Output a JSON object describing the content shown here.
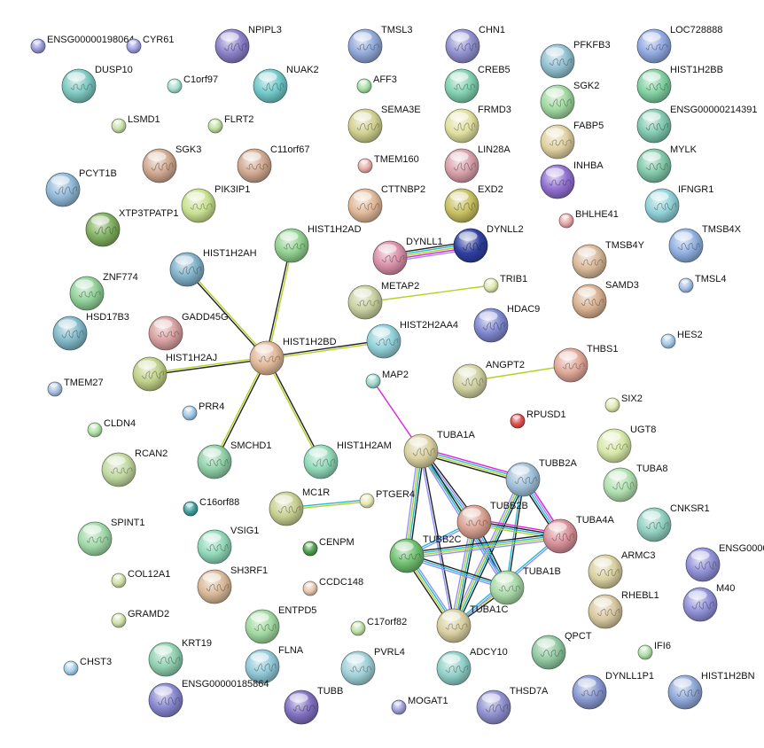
{
  "network": {
    "evidence_colors": {
      "coexpression": "#222222",
      "database": "#20b8d8",
      "textmining": "#b8d020",
      "experiments": "#e020e0",
      "homology": "#9090ff"
    },
    "nodes": [
      {
        "name": "ENSG00000198064",
        "color": "#9a9ad8"
      },
      {
        "name": "CYR61",
        "color": "#a0a0e0"
      },
      {
        "name": "NPIPL3",
        "color": "#8a80c8"
      },
      {
        "name": "DUSP10",
        "color": "#7cc8c0"
      },
      {
        "name": "C1orf97",
        "color": "#a8e0d0"
      },
      {
        "name": "NUAK2",
        "color": "#70c8c8"
      },
      {
        "name": "TMSL3",
        "color": "#90a8d8"
      },
      {
        "name": "AFF3",
        "color": "#a8e0a8"
      },
      {
        "name": "CHN1",
        "color": "#9090d0"
      },
      {
        "name": "CREB5",
        "color": "#80d0b0"
      },
      {
        "name": "PFKFB3",
        "color": "#90c0d0"
      },
      {
        "name": "SGK2",
        "color": "#a0d8a0"
      },
      {
        "name": "LOC728888",
        "color": "#90a8e0"
      },
      {
        "name": "HIST1H2BB",
        "color": "#80d0a0"
      },
      {
        "name": "LSMD1",
        "color": "#c8e0a8"
      },
      {
        "name": "FLRT2",
        "color": "#c0e0a0"
      },
      {
        "name": "SEMA3E",
        "color": "#d0d090"
      },
      {
        "name": "FRMD3",
        "color": "#e0e0a0"
      },
      {
        "name": "FABP5",
        "color": "#e0d0a0"
      },
      {
        "name": "ENSG00000214391",
        "color": "#80c8b0"
      },
      {
        "name": "SGK3",
        "color": "#d0a890"
      },
      {
        "name": "C11orf67",
        "color": "#d0a890"
      },
      {
        "name": "TMEM160",
        "color": "#e8b0a8"
      },
      {
        "name": "LIN28A",
        "color": "#d8a0a8"
      },
      {
        "name": "INHBA",
        "color": "#9070d0"
      },
      {
        "name": "MYLK",
        "color": "#80c8a8"
      },
      {
        "name": "PCYT1B",
        "color": "#90b8d8"
      },
      {
        "name": "PIK3IP1",
        "color": "#c8e090"
      },
      {
        "name": "CTTNBP2",
        "color": "#e0b898"
      },
      {
        "name": "EXD2",
        "color": "#c8c060"
      },
      {
        "name": "BHLHE41",
        "color": "#e8a8a8"
      },
      {
        "name": "IFNGR1",
        "color": "#90d0d8"
      },
      {
        "name": "XTP3TPATP1",
        "color": "#80b060"
      },
      {
        "name": "HIST1H2AD",
        "color": "#90d090"
      },
      {
        "name": "DYNLL1",
        "color": "#d890a8"
      },
      {
        "name": "DYNLL2",
        "color": "#3040a0"
      },
      {
        "name": "TMSB4Y",
        "color": "#d8b898"
      },
      {
        "name": "TMSB4X",
        "color": "#90b0e0"
      },
      {
        "name": "HIST1H2AH",
        "color": "#80b0c8"
      },
      {
        "name": "ZNF774",
        "color": "#90d098"
      },
      {
        "name": "TRIB1",
        "color": "#e0e8b0"
      },
      {
        "name": "TMSL4",
        "color": "#a8c0e8"
      },
      {
        "name": "METAP2",
        "color": "#c8d0a0"
      },
      {
        "name": "SAMD3",
        "color": "#d8b090"
      },
      {
        "name": "HSD17B3",
        "color": "#80b8c8"
      },
      {
        "name": "GADD45G",
        "color": "#d8a0a0"
      },
      {
        "name": "HIST2H2AA4",
        "color": "#90d0d8"
      },
      {
        "name": "HDAC9",
        "color": "#8088d0"
      },
      {
        "name": "HIST1H2BD",
        "color": "#e0b898"
      },
      {
        "name": "HES2",
        "color": "#a8c8e8"
      },
      {
        "name": "HIST1H2AJ",
        "color": "#c0d088"
      },
      {
        "name": "TMEM27",
        "color": "#a8c0e0"
      },
      {
        "name": "MAP2",
        "color": "#a0d8d0"
      },
      {
        "name": "ANGPT2",
        "color": "#d0d0a0"
      },
      {
        "name": "THBS1",
        "color": "#e0a898"
      },
      {
        "name": "PRR4",
        "color": "#a0c8e8"
      },
      {
        "name": "SIX2",
        "color": "#e0e8b0"
      },
      {
        "name": "RPUSD1",
        "color": "#e05050"
      },
      {
        "name": "CLDN4",
        "color": "#b0e0a8"
      },
      {
        "name": "TUBA1A",
        "color": "#d8d0a0"
      },
      {
        "name": "UGT8",
        "color": "#d8e8a8"
      },
      {
        "name": "SMCHD1",
        "color": "#90d0a8"
      },
      {
        "name": "HIST1H2AM",
        "color": "#90d8b8"
      },
      {
        "name": "RCAN2",
        "color": "#c0d8a0"
      },
      {
        "name": "TUBB2A",
        "color": "#a0c0d8"
      },
      {
        "name": "TUBA8",
        "color": "#b0e0b0"
      },
      {
        "name": "C16orf88",
        "color": "#40a0a0"
      },
      {
        "name": "MC1R",
        "color": "#c8d090"
      },
      {
        "name": "PTGER4",
        "color": "#e8e8b8"
      },
      {
        "name": "TUBB2B",
        "color": "#d8a090"
      },
      {
        "name": "CNKSR1",
        "color": "#90d0c0"
      },
      {
        "name": "TUBA4A",
        "color": "#d89098"
      },
      {
        "name": "SPINT1",
        "color": "#a0d8a8"
      },
      {
        "name": "VSIG1",
        "color": "#90d8b8"
      },
      {
        "name": "CENPM",
        "color": "#50a050"
      },
      {
        "name": "TUBB2C",
        "color": "#70c070"
      },
      {
        "name": "ARMC3",
        "color": "#d8d0a0"
      },
      {
        "name": "ENSG0000",
        "color": "#9090d8"
      },
      {
        "name": "COL12A1",
        "color": "#d0e0a8"
      },
      {
        "name": "SH3RF1",
        "color": "#d8b898"
      },
      {
        "name": "CCDC148",
        "color": "#e8c8b0"
      },
      {
        "name": "TUBA1B",
        "color": "#a8d8a8"
      },
      {
        "name": "RHEBL1",
        "color": "#d8c8a0"
      },
      {
        "name": "M40",
        "color": "#9090d8"
      },
      {
        "name": "GRAMD2",
        "color": "#d0e0a8"
      },
      {
        "name": "ENTPD5",
        "color": "#a0d8a0"
      },
      {
        "name": "C17orf82",
        "color": "#c0e0a8"
      },
      {
        "name": "TUBA1C",
        "color": "#d8d0a0"
      },
      {
        "name": "QPCT",
        "color": "#90c8a0"
      },
      {
        "name": "IFI6",
        "color": "#b0e0a8"
      },
      {
        "name": "CHST3",
        "color": "#a8d0e8"
      },
      {
        "name": "KRT19",
        "color": "#90d0b0"
      },
      {
        "name": "FLNA",
        "color": "#90c8d8"
      },
      {
        "name": "PVRL4",
        "color": "#a0d0d8"
      },
      {
        "name": "ADCY10",
        "color": "#90d0c8"
      },
      {
        "name": "ENSG00000185864",
        "color": "#8888d0"
      },
      {
        "name": "TUBB",
        "color": "#8070c0"
      },
      {
        "name": "MOGAT1",
        "color": "#a0a0d8"
      },
      {
        "name": "THSD7A",
        "color": "#9090d0"
      },
      {
        "name": "DYNLL1P1",
        "color": "#8898d0"
      },
      {
        "name": "HIST1H2BN",
        "color": "#90a8d8"
      }
    ],
    "edges": [
      {
        "a": "HIST1H2BD",
        "b": "HIST1H2AD",
        "channels": [
          "coexpression",
          "textmining"
        ]
      },
      {
        "a": "HIST1H2BD",
        "b": "HIST1H2AH",
        "channels": [
          "coexpression",
          "textmining"
        ]
      },
      {
        "a": "HIST1H2BD",
        "b": "HIST1H2AJ",
        "channels": [
          "coexpression",
          "textmining"
        ]
      },
      {
        "a": "HIST1H2BD",
        "b": "SMCHD1",
        "channels": [
          "coexpression",
          "textmining"
        ]
      },
      {
        "a": "HIST1H2BD",
        "b": "HIST1H2AM",
        "channels": [
          "coexpression",
          "textmining"
        ]
      },
      {
        "a": "HIST1H2BD",
        "b": "HIST2H2AA4",
        "channels": [
          "coexpression",
          "textmining"
        ]
      },
      {
        "a": "DYNLL1",
        "b": "DYNLL2",
        "channels": [
          "coexpression",
          "database",
          "textmining",
          "experiments",
          "homology"
        ]
      },
      {
        "a": "METAP2",
        "b": "TRIB1",
        "channels": [
          "textmining"
        ]
      },
      {
        "a": "ANGPT2",
        "b": "THBS1",
        "channels": [
          "textmining"
        ]
      },
      {
        "a": "MAP2",
        "b": "TUBA1A",
        "channels": [
          "experiments"
        ]
      },
      {
        "a": "MC1R",
        "b": "PTGER4",
        "channels": [
          "database",
          "textmining"
        ]
      },
      {
        "a": "TUBA1A",
        "b": "TUBB2A",
        "channels": [
          "experiments",
          "database",
          "textmining",
          "coexpression"
        ]
      },
      {
        "a": "TUBA1A",
        "b": "TUBB2B",
        "channels": [
          "coexpression",
          "homology",
          "database",
          "textmining"
        ]
      },
      {
        "a": "TUBA1A",
        "b": "TUBB2C",
        "channels": [
          "coexpression",
          "database",
          "textmining",
          "homology"
        ]
      },
      {
        "a": "TUBA1A",
        "b": "TUBA1B",
        "channels": [
          "coexpression",
          "database",
          "homology"
        ]
      },
      {
        "a": "TUBA1A",
        "b": "TUBA1C",
        "channels": [
          "coexpression",
          "homology"
        ]
      },
      {
        "a": "TUBB2A",
        "b": "TUBA4A",
        "channels": [
          "experiments",
          "homology",
          "database",
          "coexpression"
        ]
      },
      {
        "a": "TUBB2A",
        "b": "TUBA1B",
        "channels": [
          "coexpression",
          "database"
        ]
      },
      {
        "a": "TUBB2A",
        "b": "TUBA1C",
        "channels": [
          "coexpression",
          "database",
          "textmining",
          "homology"
        ]
      },
      {
        "a": "TUBB2B",
        "b": "TUBA4A",
        "channels": [
          "experiments",
          "coexpression",
          "database",
          "textmining"
        ]
      },
      {
        "a": "TUBB2B",
        "b": "TUBB2C",
        "channels": [
          "homology",
          "database"
        ]
      },
      {
        "a": "TUBB2B",
        "b": "TUBA1B",
        "channels": [
          "coexpression",
          "database",
          "homology"
        ]
      },
      {
        "a": "TUBB2B",
        "b": "TUBA1C",
        "channels": [
          "coexpression",
          "database",
          "textmining",
          "homology"
        ]
      },
      {
        "a": "TUBB2C",
        "b": "TUBA4A",
        "channels": [
          "coexpression",
          "database",
          "textmining",
          "homology"
        ]
      },
      {
        "a": "TUBB2C",
        "b": "TUBA1B",
        "channels": [
          "coexpression",
          "database",
          "homology"
        ]
      },
      {
        "a": "TUBB2C",
        "b": "TUBA1C",
        "channels": [
          "homology",
          "database",
          "textmining",
          "coexpression"
        ]
      },
      {
        "a": "TUBA1B",
        "b": "TUBA1C",
        "channels": [
          "coexpression",
          "textmining"
        ]
      },
      {
        "a": "TUBA4A",
        "b": "TUBA1C",
        "channels": [
          "homology",
          "database"
        ]
      }
    ]
  }
}
